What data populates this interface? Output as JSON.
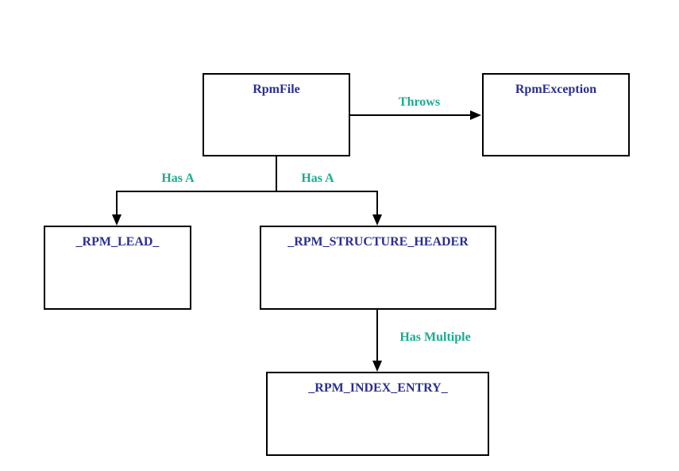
{
  "colors": {
    "box_title": "#2b2f8f",
    "relationship_label": "#1aab8f",
    "line": "#000000"
  },
  "boxes": {
    "rpm_file": "RpmFile",
    "rpm_exception": "RpmException",
    "rpm_lead": "_RPM_LEAD_",
    "rpm_structure_header": "_RPM_STRUCTURE_HEADER",
    "rpm_index_entry": "_RPM_INDEX_ENTRY_"
  },
  "relationships": {
    "throws": "Throws",
    "has_a_lead": "Has A",
    "has_a_header": "Has A",
    "has_multiple": "Has Multiple"
  }
}
